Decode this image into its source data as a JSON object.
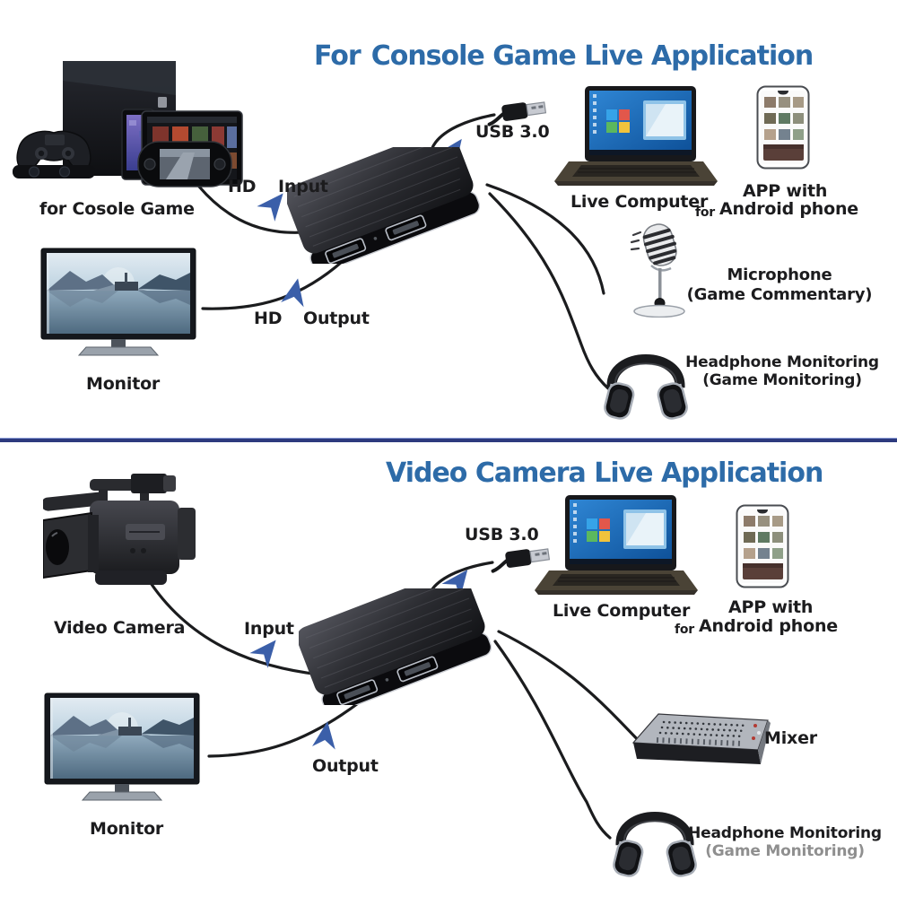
{
  "image_type": "product connection diagram for HDMI video capture card",
  "colors": {
    "background": "#ffffff",
    "title_blue": "#2d6ba8",
    "arrow_blue": "#3b5fa9",
    "divider_navy": "#2d3a7e",
    "cable_black": "#1b1c1e",
    "label_black": "#1c1c1e"
  },
  "icons": [
    "playstation-console-set-icon",
    "capture-card-icon",
    "usb-plug-icon",
    "laptop-icon",
    "smartphone-icon",
    "microphone-icon",
    "headphones-icon",
    "monitor-icon",
    "video-camera-icon",
    "audio-mixer-icon",
    "arrow-icon"
  ],
  "sections": {
    "console": {
      "title_prefix": "For",
      "title": "Console Game Live Application",
      "labels": {
        "source": "for Cosole Game",
        "input_prefix": "HD",
        "input": "Input",
        "usb": "USB 3.0",
        "computer": "Live Computer",
        "app_line1": "APP with",
        "app_for": "for",
        "app_line2": "Android phone",
        "mic_line1": "Microphone",
        "mic_line2": "(Game Commentary)",
        "headphone_line1": "Headphone Monitoring",
        "headphone_line2": "(Game Monitoring)",
        "output_prefix": "HD",
        "output": "Output",
        "monitor": "Monitor"
      }
    },
    "camera": {
      "title": "Video Camera Live Application",
      "labels": {
        "source": "Video Camera",
        "input": "Input",
        "usb": "USB 3.0",
        "computer": "Live Computer",
        "app_line1": "APP with",
        "app_for": "for",
        "app_line2": "Android phone",
        "mixer": "Mixer",
        "headphone_line1": "Headphone Monitoring",
        "headphone_line2": "(Game Monitoring)",
        "output": "Output",
        "monitor": "Monitor"
      }
    }
  }
}
